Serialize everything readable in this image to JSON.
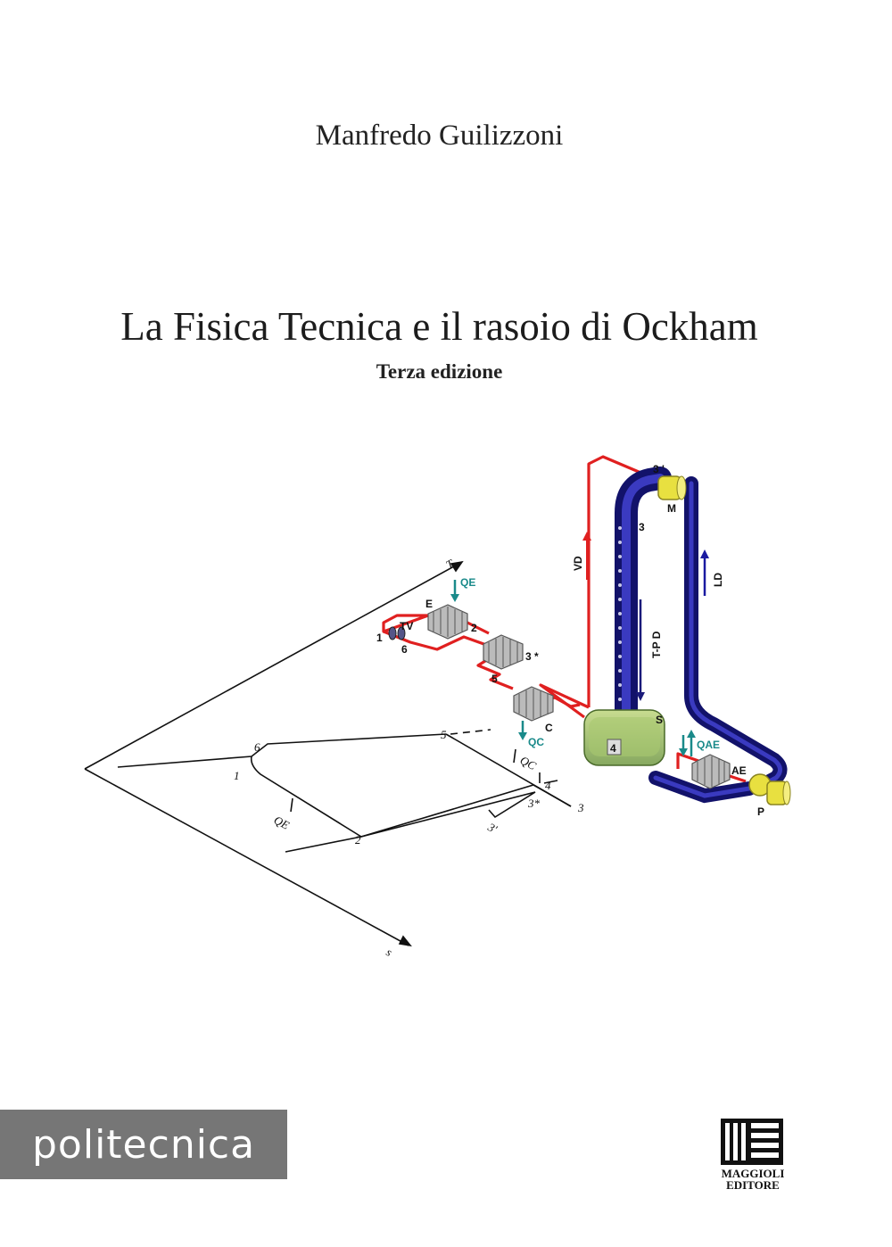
{
  "author": "Manfredo Guilizzoni",
  "title": "La Fisica Tecnica e il rasoio di Ockham",
  "subtitle": "Terza edizione",
  "series": "politecnica",
  "publisher": {
    "line1": "MAGGIOLI",
    "line2": "EDITORE"
  },
  "diagram": {
    "axis_T": "T",
    "axis_s": "s",
    "points": {
      "p1": "1",
      "p2": "2",
      "p3": "3",
      "p3star": "3*",
      "p3prime": "3'",
      "p4": "4",
      "p5": "5",
      "p6": "6"
    },
    "heat_QE": "QE",
    "heat_QC": "QC"
  },
  "plant": {
    "p3prime": "3 '",
    "M": "M",
    "p3": "3",
    "VD": "VD",
    "LD": "LD",
    "QE": "QE",
    "E": "E",
    "TV": "TV",
    "p1": "1",
    "p6": "6",
    "p2": "2",
    "p3star": "3 *",
    "p5": "5",
    "C": "C",
    "QC": "QC",
    "TPD": "T-P D",
    "S": "S",
    "p4": "4",
    "QAE": "QAE",
    "AE": "AE",
    "P": "P"
  },
  "colors": {
    "hot_line": "#e02020",
    "cold_pipe": "#1a1a8a",
    "pipe_highlight": "#3a3ac0",
    "heat_arrow": "#1a8a8a",
    "component_yellow": "#e8e040",
    "vessel_green": "#a8c870",
    "series_band": "#767676"
  }
}
